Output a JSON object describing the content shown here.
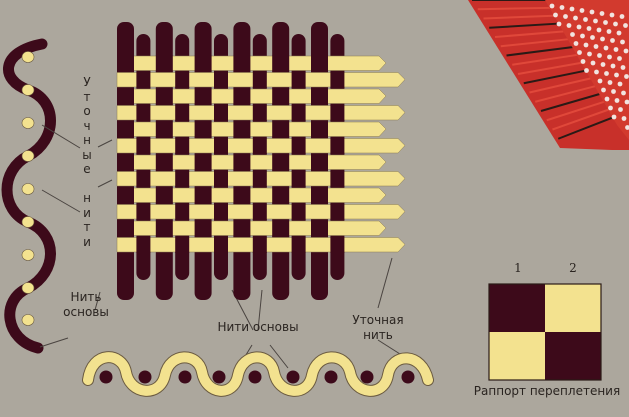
{
  "colors": {
    "background": "#aca79d",
    "warp": "#3d0a1a",
    "weft": "#f3e28f",
    "fabric_red": "#d8352a"
  },
  "labels": {
    "weft_threads_vertical": [
      "У",
      "т",
      "о",
      "ч",
      "н",
      "ы",
      "е",
      "",
      "н",
      "и",
      "т",
      "и"
    ],
    "warp_thread_line1": "Нить",
    "warp_thread_line2": "основы",
    "warp_threads": "Нити основы",
    "weft_thread_line1": "Уточная",
    "weft_thread_line2": "нить",
    "rapport_col1": "1",
    "rapport_col2": "2",
    "rapport_caption": "Раппорт переплетения"
  },
  "weave": {
    "warp_count": 12,
    "weft_count": 12,
    "pattern": "plain",
    "rapport": [
      [
        1,
        0
      ],
      [
        0,
        1
      ]
    ]
  }
}
